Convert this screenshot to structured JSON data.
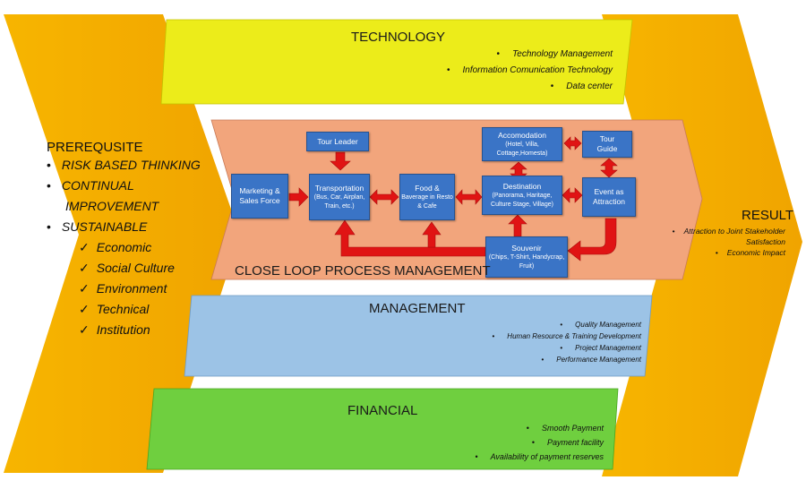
{
  "prerequisite": {
    "title": "PREREQUSITE",
    "items": [
      "RISK BASED THINKING",
      "CONTINUAL",
      "IMPROVEMENT",
      "SUSTAINABLE"
    ],
    "checks": [
      "Economic",
      "Social Culture",
      "Environment",
      "Technical",
      "Institution"
    ]
  },
  "technology": {
    "title": "TECHNOLOGY",
    "bullets": [
      "Technology Management",
      "Information Comunication Technology",
      "Data center"
    ],
    "color": "#ecec1a"
  },
  "process": {
    "title": "CLOSE LOOP PROCESS MANAGEMENT",
    "color": "#f2a57c",
    "arrow_color": "#e01414",
    "boxes": {
      "tour_leader": {
        "title": "Tour Leader",
        "detail": ""
      },
      "marketing": {
        "title": "Marketing &",
        "detail": "Sales Force"
      },
      "transportation": {
        "title": "Transportation",
        "detail": "(Bus, Car, Airplan, Train, etc.)"
      },
      "food": {
        "title": "Food &",
        "detail": "Baverage in Resto & Cafe"
      },
      "accomodation": {
        "title": "Accomodation",
        "detail": "(Hotel, Villa, Cottage,Homesta)"
      },
      "destination": {
        "title": "Destination",
        "detail": "(Panorama, Haritage, Culture Stage, Village)"
      },
      "tour_guide": {
        "title": "Tour",
        "detail": "Guide"
      },
      "event": {
        "title": "Event as",
        "detail": "Attraction"
      },
      "souvenir": {
        "title": "Souvenir",
        "detail": "(Chips, T-Shirt, Handycrap, Fruit)"
      }
    }
  },
  "management": {
    "title": "MANAGEMENT",
    "bullets": [
      "Quality Management",
      "Human Resource & Training Development",
      "Project Management",
      "Performance Management"
    ],
    "color": "#9cc3e6"
  },
  "financial": {
    "title": "FINANCIAL",
    "bullets": [
      "Smooth Payment",
      "Payment facility",
      "Availability of payment reserves"
    ],
    "color": "#6fcf3f"
  },
  "result": {
    "title": "RESULT",
    "bullets": [
      "Attraction to Joint Stakeholder Satisfaction",
      "Economic Impact"
    ]
  },
  "chevron_color": "#f5b400"
}
